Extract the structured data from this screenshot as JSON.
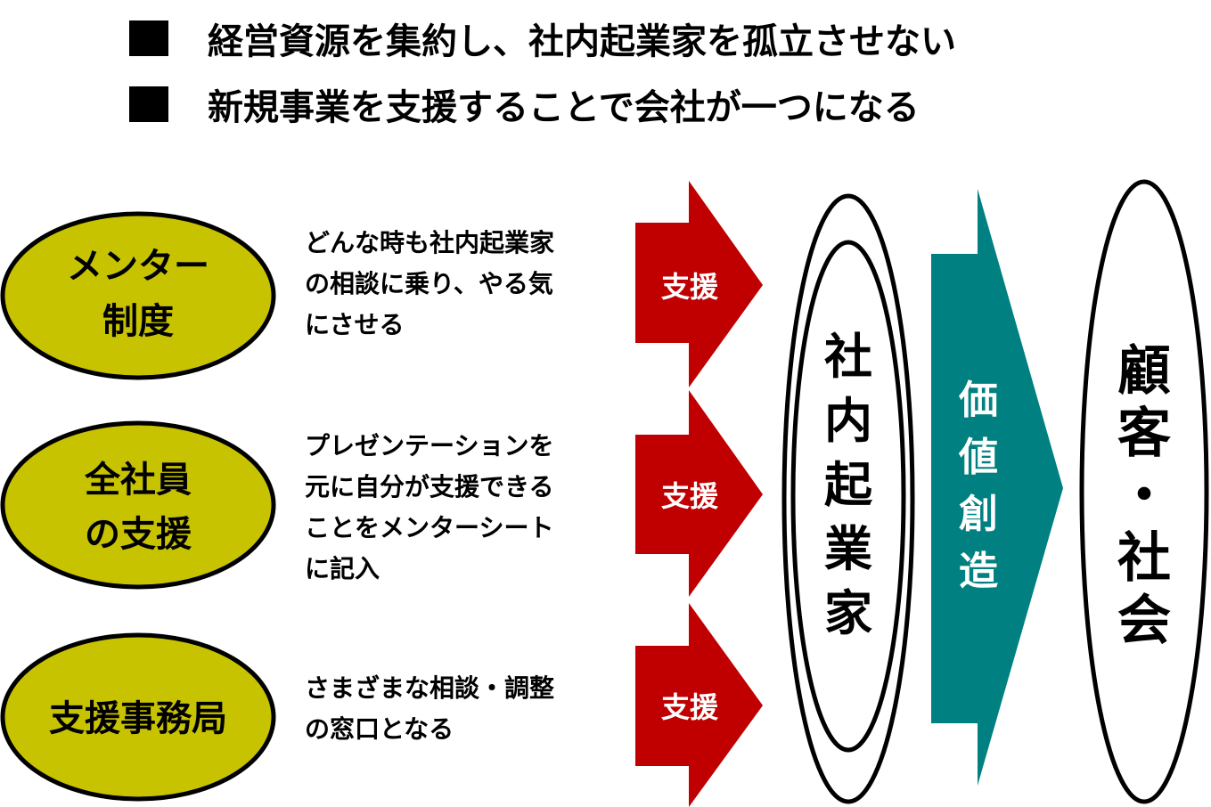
{
  "bullets": [
    "経営資源を集約し、社内起業家を孤立させない",
    "新規事業を支援することで会社が一つになる"
  ],
  "supports": [
    {
      "oval_lines": [
        "メンター",
        "制度"
      ],
      "desc_lines": [
        "どんな時も社内起業家",
        "の相談に乗り、やる気",
        "にさせる"
      ],
      "arrow_label": "支援"
    },
    {
      "oval_lines": [
        "全社員",
        "の支援"
      ],
      "desc_lines": [
        "プレゼンテーションを",
        "元に自分が支援できる",
        "ことをメンターシート",
        "に記入"
      ],
      "arrow_label": "支援"
    },
    {
      "oval_lines": [
        "支援事務局"
      ],
      "desc_lines": [
        "さまざまな相談・調整",
        "の窓口となる"
      ],
      "arrow_label": "支援"
    }
  ],
  "entrepreneur_label": [
    "社",
    "内",
    "起",
    "業",
    "家"
  ],
  "value_arrow_label": [
    "価",
    "値",
    "創",
    "造"
  ],
  "customer_label": [
    "顧",
    "客",
    "・",
    "社",
    "会"
  ],
  "colors": {
    "oval_fill": "#c8c300",
    "support_arrow": "#c00000",
    "value_arrow": "#008080",
    "text_white": "#ffffff"
  }
}
